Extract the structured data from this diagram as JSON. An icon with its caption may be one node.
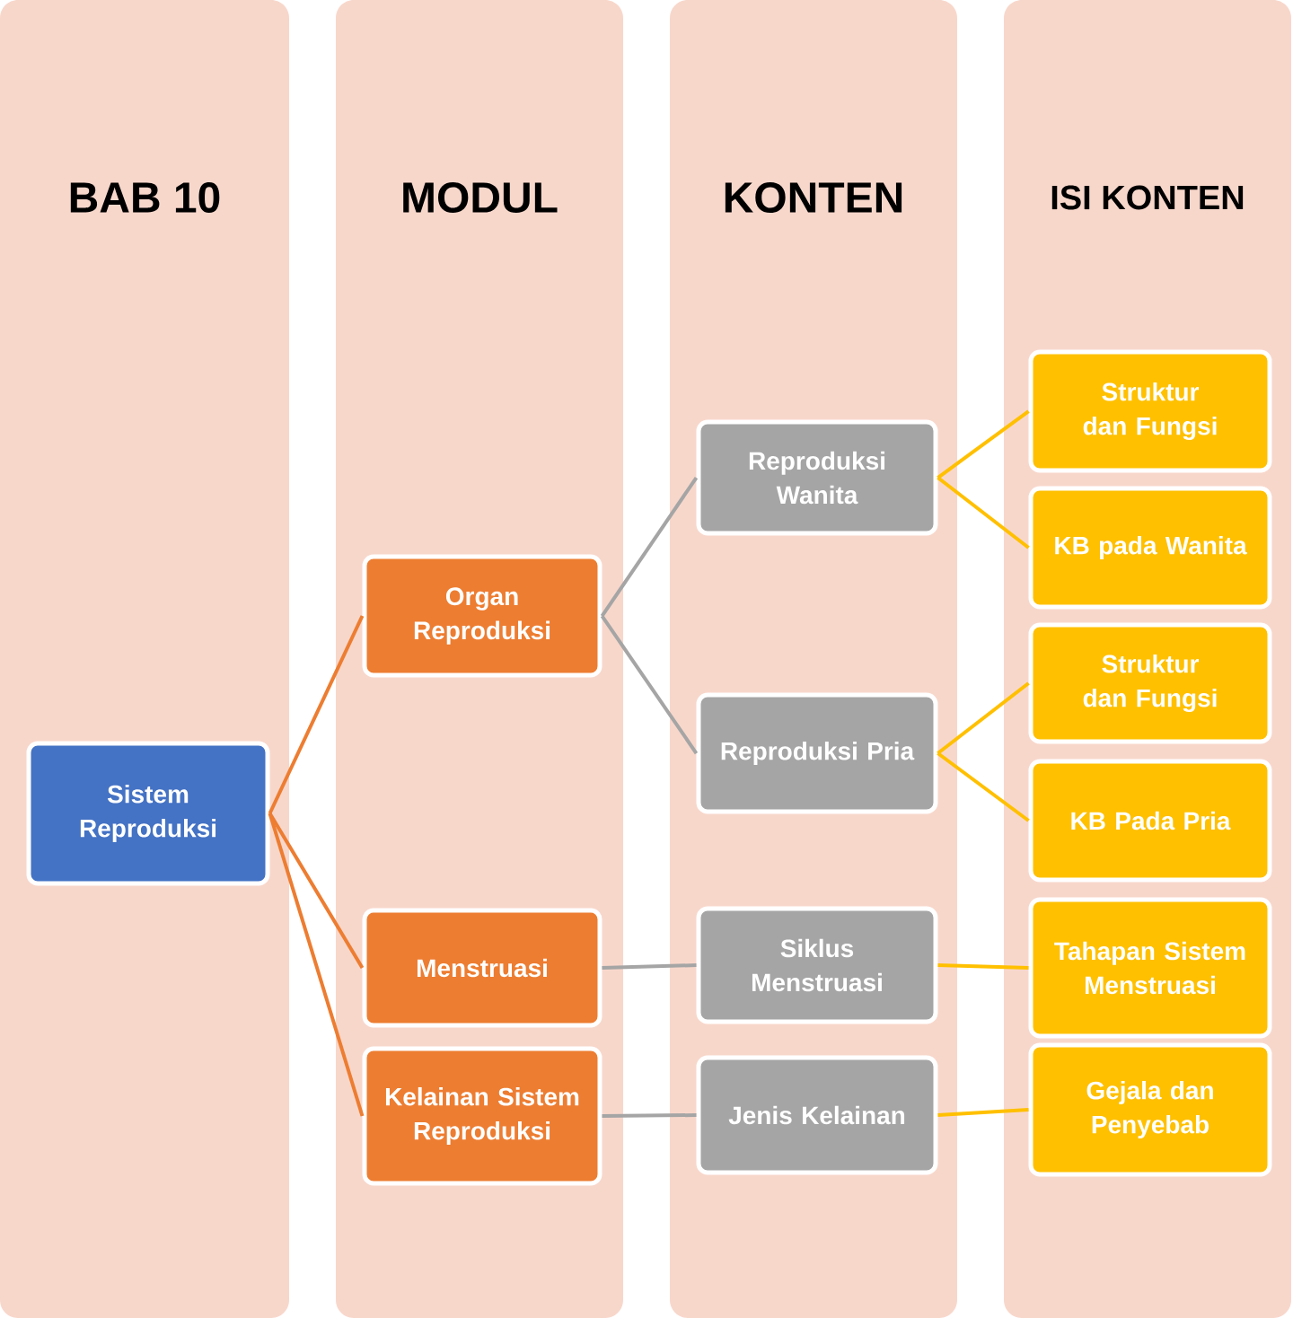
{
  "diagram": {
    "nodes": [
      {
        "text": [
          "BAB 10"
        ]
      },
      {
        "text": [
          "MODUL"
        ]
      },
      {
        "text": [
          "KONTEN"
        ]
      },
      {
        "text": [
          "ISI KONTEN"
        ]
      },
      {
        "text": [
          "Sistem Reproduksi"
        ],
        "in": 0
      },
      {
        "text": [
          "Organ Reproduksi"
        ],
        "in": 1
      },
      {
        "text": [
          "Menstruasi"
        ],
        "in": 1
      },
      {
        "text": [
          "Kelainan Sistem Reproduksi"
        ],
        "in": 1
      },
      {
        "text": [
          "Reproduksi Wanita"
        ],
        "in": 2
      },
      {
        "text": [
          "Reproduksi Pria"
        ],
        "in": 2
      },
      {
        "text": [
          "Siklus Menstruasi"
        ],
        "in": 2
      },
      {
        "text": [
          "Jenis Kelainan"
        ],
        "in": 2
      },
      {
        "text": [
          "Struktur dan Fungsi"
        ],
        "in": 3
      },
      {
        "text": [
          "KB pada Wanita"
        ],
        "in": 3
      },
      {
        "text": [
          "Struktur dan Fungsi"
        ],
        "in": 3
      },
      {
        "text": [
          "KB Pada Pria"
        ],
        "in": 3
      },
      {
        "text": [
          "Tahapan Sistem Menstruasi"
        ],
        "in": 3
      },
      {
        "text": [
          "Gejala dan Penyebab"
        ],
        "in": 3
      }
    ],
    "edges": [
      {
        "from": 4,
        "to": 5,
        "arrow": "none",
        "color": "#ed7d31"
      },
      {
        "from": 4,
        "to": 6,
        "arrow": "none",
        "color": "#ed7d31"
      },
      {
        "from": 4,
        "to": 7,
        "arrow": "none",
        "color": "#ed7d31"
      },
      {
        "from": 5,
        "to": 8,
        "arrow": "none",
        "color": "#a5a5a5"
      },
      {
        "from": 5,
        "to": 9,
        "arrow": "none",
        "color": "#a5a5a5"
      },
      {
        "from": 6,
        "to": 10,
        "arrow": "none",
        "color": "#a5a5a5"
      },
      {
        "from": 7,
        "to": 11,
        "arrow": "none",
        "color": "#a5a5a5"
      },
      {
        "from": 8,
        "to": 12,
        "arrow": "none"
      },
      {
        "from": 8,
        "to": 13,
        "arrow": "none"
      },
      {
        "from": 9,
        "to": 14,
        "arrow": "none"
      },
      {
        "from": 9,
        "to": 15,
        "arrow": "none"
      },
      {
        "from": 10,
        "to": 16,
        "arrow": "none"
      },
      {
        "from": 11,
        "to": 17,
        "arrow": "none"
      }
    ]
  }
}
